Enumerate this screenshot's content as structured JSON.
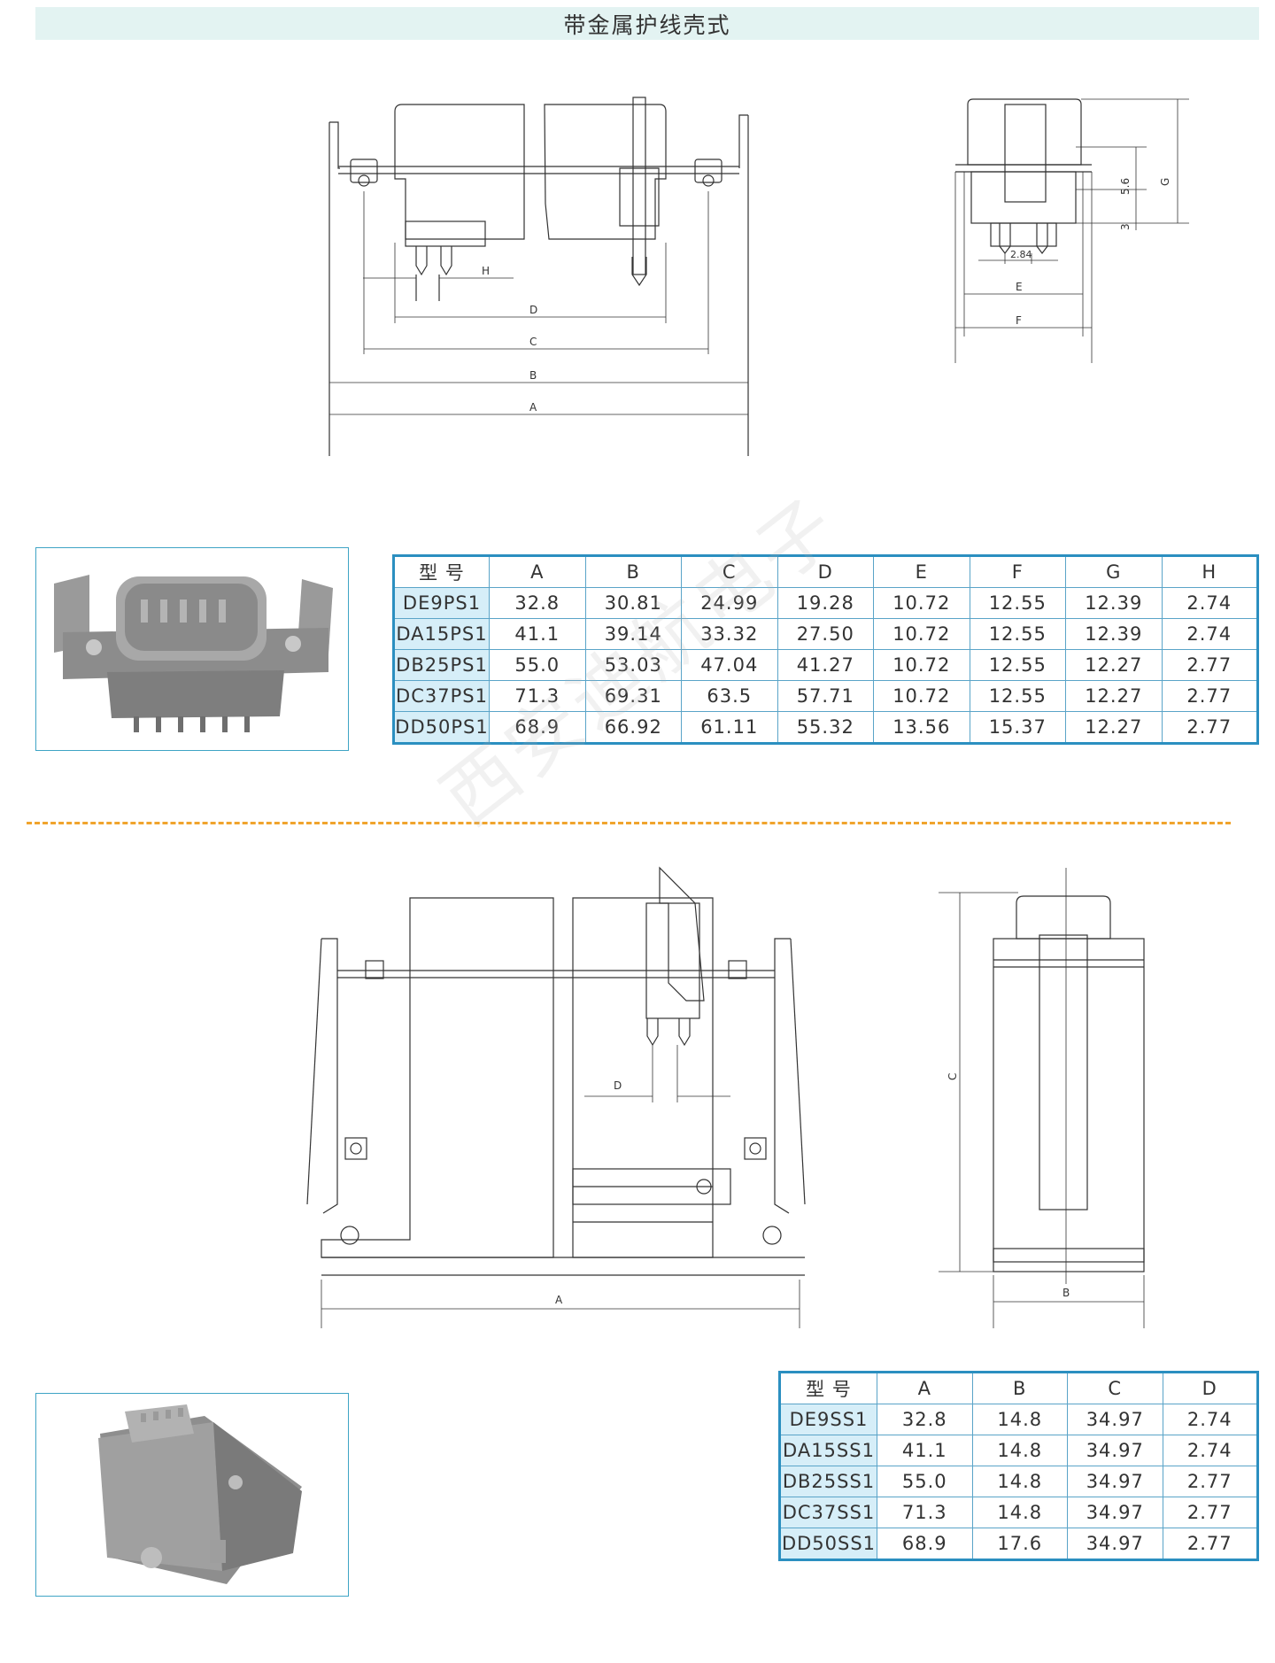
{
  "header": {
    "title": "带金属护线壳式"
  },
  "drawings": {
    "top_front_labels": [
      "H",
      "D",
      "C",
      "B",
      "A"
    ],
    "top_side_labels": [
      "G",
      "5.6",
      "3",
      "2.84",
      "E",
      "F"
    ],
    "bottom_front_labels": [
      "D",
      "A"
    ],
    "bottom_side_labels": [
      "C",
      "B"
    ]
  },
  "table_ps": {
    "headers": [
      "型 号",
      "A",
      "B",
      "C",
      "D",
      "E",
      "F",
      "G",
      "H"
    ],
    "rows": [
      [
        "DE9PS1",
        "32.8",
        "30.81",
        "24.99",
        "19.28",
        "10.72",
        "12.55",
        "12.39",
        "2.74"
      ],
      [
        "DA15PS1",
        "41.1",
        "39.14",
        "33.32",
        "27.50",
        "10.72",
        "12.55",
        "12.39",
        "2.74"
      ],
      [
        "DB25PS1",
        "55.0",
        "53.03",
        "47.04",
        "41.27",
        "10.72",
        "12.55",
        "12.27",
        "2.77"
      ],
      [
        "DC37PS1",
        "71.3",
        "69.31",
        "63.5",
        "57.71",
        "10.72",
        "12.55",
        "12.27",
        "2.77"
      ],
      [
        "DD50PS1",
        "68.9",
        "66.92",
        "61.11",
        "55.32",
        "13.56",
        "15.37",
        "12.27",
        "2.77"
      ]
    ]
  },
  "table_ss": {
    "headers": [
      "型 号",
      "A",
      "B",
      "C",
      "D"
    ],
    "rows": [
      [
        "DE9SS1",
        "32.8",
        "14.8",
        "34.97",
        "2.74"
      ],
      [
        "DA15SS1",
        "41.1",
        "14.8",
        "34.97",
        "2.74"
      ],
      [
        "DB25SS1",
        "55.0",
        "14.8",
        "34.97",
        "2.77"
      ],
      [
        "DC37SS1",
        "71.3",
        "14.8",
        "34.97",
        "2.77"
      ],
      [
        "DD50SS1",
        "68.9",
        "17.6",
        "34.97",
        "2.77"
      ]
    ]
  },
  "watermark": "西安迪航电子",
  "colors": {
    "accent": "#2b8fc0",
    "header_bg": "#e3f3f2",
    "model_cell_bg": "#d6eef8",
    "divider": "#f0a42d"
  }
}
